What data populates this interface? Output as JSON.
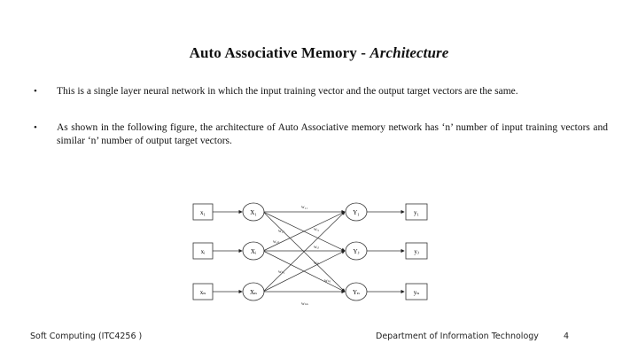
{
  "slide": {
    "title_main": "Auto Associative Memory - ",
    "title_italic": "Architecture",
    "bullets": [
      "This is a single layer neural network in which the input training vector and the output target vectors are the same.",
      "As shown in the following figure, the architecture of Auto Associative memory network has ‘n’ number of input training vectors and similar ‘n’ number of output target vectors."
    ],
    "bullet_marker": "•"
  },
  "diagram": {
    "inputs": [
      "x₁",
      "xᵢ",
      "xₙ"
    ],
    "input_units": [
      "X₁",
      "Xᵢ",
      "Xₙ"
    ],
    "output_units": [
      "Y₁",
      "Yⱼ",
      "Yₙ"
    ],
    "outputs": [
      "y₁",
      "yⱼ",
      "yₙ"
    ],
    "weights": [
      "w₁₁",
      "w₁ⱼ",
      "w₁ₙ",
      "wᵢ₁",
      "wᵢⱼ",
      "wᵢₙ",
      "wₙ₁",
      "wₙⱼ",
      "wₙₙ"
    ]
  },
  "footer": {
    "course": "Soft Computing (ITC4256 )",
    "department": "Department of Information Technology",
    "page_number": "4"
  }
}
